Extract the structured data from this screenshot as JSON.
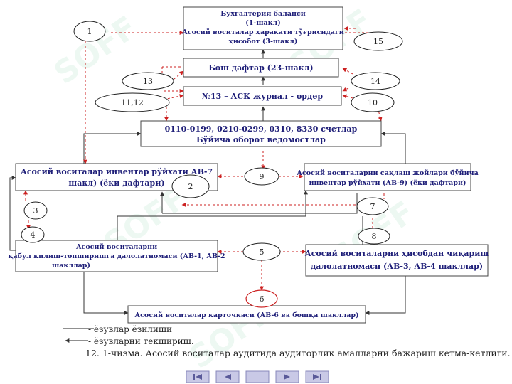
{
  "diagram": {
    "boxes": {
      "balance": [
        "Бухгалтерия баланси",
        "(1-шакл)",
        "Асосий воситалар ҳаракати тўғрисидаги",
        "ҳисобот (3-шакл)"
      ],
      "ledger": "Бош дафтар (23-шакл)",
      "journal": "№13 – АСК журнал - ордер",
      "turnover": [
        "0110-0199, 0210-0299, 0310, 8330 счетлар",
        "Бўйича оборот ведомостлар"
      ],
      "inventory_left": [
        "Асосий воситалар инвентар рўйхати АВ-7",
        "шакл) (ёки дафтари)"
      ],
      "inventory_right": [
        "Асосий воситаларни сақлаш жойлари бўйича",
        "инвентар рўйхати (АВ-9) (ёки дафтари)"
      ],
      "acceptance": [
        "Асосий воситаларни",
        "қабул қилиш-топширишга далолатномаси (АВ-1, АВ-2",
        "шакллар)"
      ],
      "writeoff": [
        "Асосий воситаларни ҳисобдан чиқариш",
        "далолатномаси (АВ-3, АВ-4 шакллар)"
      ],
      "cards": "Асосий воситалар карточкаси (АВ-6 ва бошқа шакллар)"
    },
    "nodes": [
      "1",
      "2",
      "3",
      "4",
      "5",
      "6",
      "7",
      "8",
      "9",
      "10",
      "11,12",
      "13",
      "14",
      "15"
    ],
    "watermark": "SOFF"
  },
  "legend": {
    "solid": "- ёзувлар ёзилиши",
    "dashed": "- ёзувларни текшириш."
  },
  "caption": "12. 1-чизма. Асосий воситалар аудитида аудиторлик амалларни бажариш кетма-кетлиги.",
  "navigation": {
    "buttons": [
      "first-page",
      "previous-page",
      "blank",
      "next-page",
      "last-page"
    ]
  }
}
